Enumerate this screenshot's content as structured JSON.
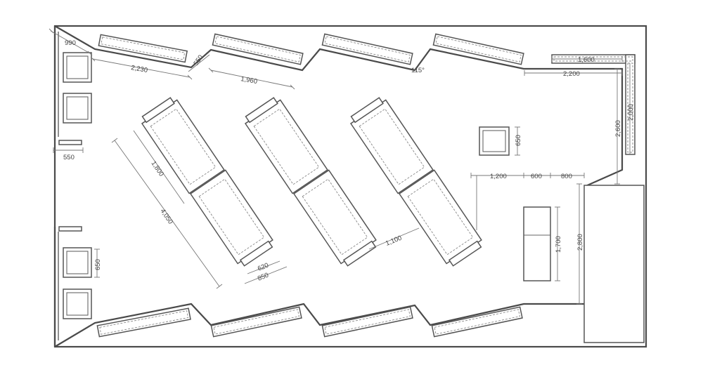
{
  "dimensions": {
    "d990": "990",
    "d2230": "2,230",
    "d550_top": "550",
    "d1960": "1,960",
    "d115": "115°",
    "d1600": "1,600",
    "d2200": "2,200",
    "d2000": "2,000",
    "d2600": "2,600",
    "d550_left": "550",
    "d650_right": "650",
    "d1800": "1,800",
    "d4050": "4,050",
    "d620": "620",
    "d850": "850",
    "d1100": "1,100",
    "d1200": "1,200",
    "d600": "600",
    "d800": "800",
    "d1700": "1,700",
    "d2800": "2,800",
    "d650_left": "650"
  }
}
